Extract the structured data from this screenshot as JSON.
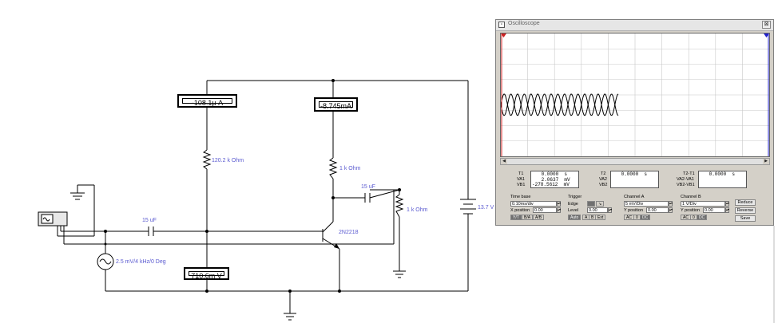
{
  "circuit": {
    "meters": [
      {
        "id": "current-meter-left",
        "reading": "-108.1µ",
        "unit": "A"
      },
      {
        "id": "current-meter-right",
        "reading": "-8.745m",
        "unit": "A"
      },
      {
        "id": "voltmeter-base",
        "reading": "710.6m",
        "unit": "V"
      }
    ],
    "labels": {
      "resistor_bias": "120.2 k Ohm",
      "resistor_collector": "1 k Ohm",
      "resistor_load": "1 k Ohm",
      "capacitor_output": "15 uF",
      "capacitor_input": "15 uF",
      "transistor": "2N2218",
      "source": "2.5 mV/4 kHz/0 Deg",
      "supply": "13.7 V"
    }
  },
  "oscilloscope": {
    "title": "Oscilloscope",
    "close_glyph": "⊠",
    "measurements": {
      "t1_label": "T1",
      "t1_value": " 0.0000  s",
      "va1_label": "VA1",
      "va1_value": " 2.0637  mV",
      "vb1_label": "VB1",
      "vb1_value": "-278.5612  mV",
      "t2_label": "T2",
      "t2_value": " 0.0000  s",
      "va2_label": "VA2",
      "vb2_label": "VB2",
      "t21_label": "T2-T1",
      "t21_value": " 0.0000  s",
      "va21_label": "VA2-VA1",
      "vb21_label": "VB2-VB1"
    },
    "timebase": {
      "title": "Time base",
      "scale": "0.10ms/div",
      "xpos_label": "X position",
      "xpos": "0.00",
      "modes": [
        "Y/T",
        "B/A",
        "A/B"
      ]
    },
    "trigger": {
      "title": "Trigger",
      "edge_label": "Edge",
      "level_label": "Level",
      "level": "0.00",
      "sources": [
        "Auto",
        "A",
        "B",
        "Ext"
      ]
    },
    "channel_a": {
      "title": "Channel A",
      "scale": "5 mV/Div",
      "ypos_label": "Y position",
      "ypos": "0.00",
      "coupling": [
        "AC",
        "0",
        "DC"
      ]
    },
    "channel_b": {
      "title": "Channel B",
      "scale": "1 V/Div",
      "ypos_label": "Y position",
      "ypos": "0.00",
      "coupling": [
        "AC",
        "0",
        "DC"
      ]
    },
    "buttons": {
      "reduce": "Reduce",
      "reverse": "Reverse",
      "save": "Save"
    },
    "traces": {
      "color": "#000000",
      "channel_a": {
        "amplitude_divs": 0.7,
        "period_divs": 0.5,
        "phase_deg": 0,
        "visible_divs": 4.4
      },
      "channel_b": {
        "amplitude_divs": 0.7,
        "period_divs": 0.5,
        "phase_deg": 180,
        "visible_divs": 4.4
      }
    }
  },
  "colors": {
    "wire": "#000000",
    "label": "#5a5ad0",
    "window_bg": "#d4d0c8",
    "cursor": "#2222cc"
  }
}
